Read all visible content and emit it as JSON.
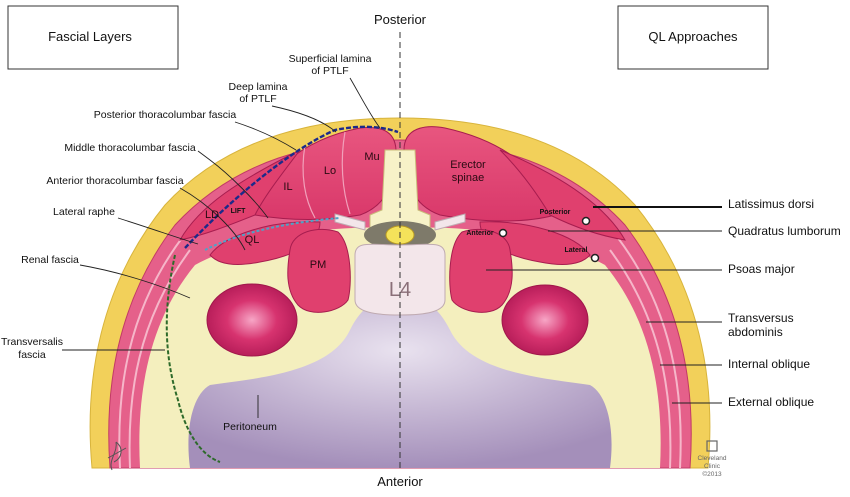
{
  "header": {
    "left_box_title": "Fascial Layers",
    "right_box_title": "QL Approaches",
    "posterior": "Posterior",
    "anterior": "Anterior"
  },
  "left_labels": {
    "superficial_lamina": [
      "Superficial lamina",
      "of PTLF"
    ],
    "deep_lamina": [
      "Deep lamina",
      "of PTLF"
    ],
    "posterior_tlf": "Posterior thoracolumbar fascia",
    "middle_tlf": "Middle thoracolumbar fascia",
    "anterior_tlf": "Anterior thoracolumbar fascia",
    "lateral_raphe": "Lateral raphe",
    "renal_fascia": "Renal fascia",
    "transversalis": [
      "Transversalis",
      "fascia"
    ],
    "peritoneum": "Peritoneum"
  },
  "muscle_labels": {
    "mu": "Mu",
    "lo": "Lo",
    "il": "IL",
    "ld": "LD",
    "ql": "QL",
    "pm": "PM",
    "lift": "LIFT",
    "l4": "L4",
    "erector": [
      "Erector",
      "spinae"
    ]
  },
  "approach_points": {
    "posterior": "Posterior",
    "anterior": "Anterior",
    "lateral": "Lateral"
  },
  "right_labels": {
    "latissimus": "Latissimus dorsi",
    "ql": "Quadratus lumborum",
    "psoas": "Psoas major",
    "transversus": [
      "Transversus",
      "abdominis"
    ],
    "internal_oblique": "Internal oblique",
    "external_oblique": "External oblique"
  },
  "credit": {
    "org": [
      "Cleveland",
      "Clinic"
    ],
    "year": "©2013"
  },
  "colors": {
    "fat": "#f2d05a",
    "muscle": "#e0406e",
    "muscle_light": "#f29ab4",
    "abdomen": "#b9a6c9",
    "retroperitoneal": "#f4f0c0",
    "bone": "#f3e6ea",
    "fascia_blue": "#1c2a8a",
    "fascia_green": "#2d6a2a"
  }
}
